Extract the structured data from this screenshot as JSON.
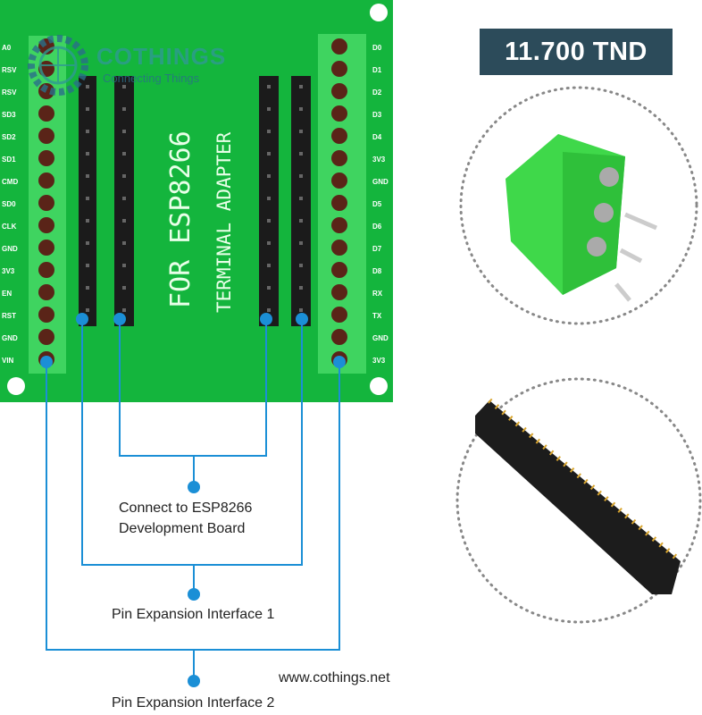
{
  "price": "11.700 TND",
  "logo": {
    "name": "COTHINGS",
    "tagline": "Connecting Things"
  },
  "board": {
    "title": "FOR ESP8266",
    "subtitle": "TERMINAL ADAPTER",
    "left_pins": [
      "A0",
      "RSV",
      "RSV",
      "SD3",
      "SD2",
      "SD1",
      "CMD",
      "SD0",
      "CLK",
      "GND",
      "3V3",
      "EN",
      "RST",
      "GND",
      "VIN"
    ],
    "right_pins": [
      "D0",
      "D1",
      "D2",
      "D3",
      "D4",
      "3V3",
      "GND",
      "D5",
      "D6",
      "D7",
      "D8",
      "RX",
      "TX",
      "GND",
      "3V3"
    ]
  },
  "annotations": {
    "a1_line1": "Connect to ESP8266",
    "a1_line2": "Development Board",
    "a2": "Pin Expansion Interface 1",
    "a3": "Pin Expansion Interface 2"
  },
  "website": "www.cothings.net",
  "colors": {
    "board": "#14b53d",
    "terminal": "#38d35a",
    "line": "#1b8fd6",
    "badge": "#2c4b5a"
  }
}
